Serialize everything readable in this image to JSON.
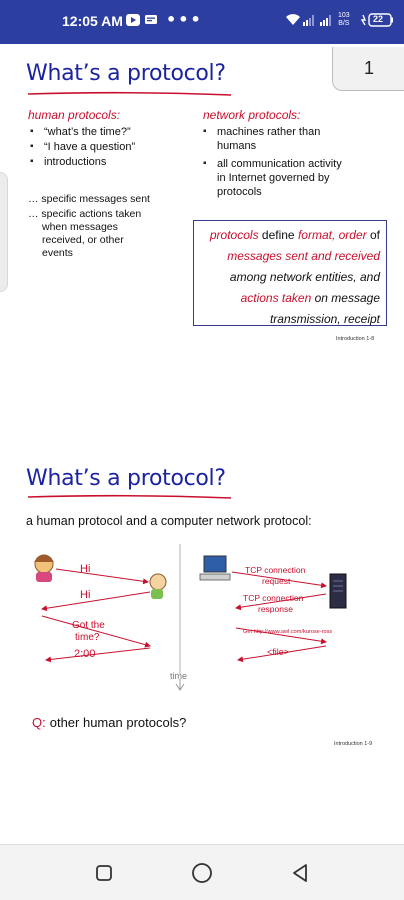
{
  "status_bar": {
    "time": "12:05 AM",
    "speed_value": "103",
    "speed_unit": "B/S",
    "battery": "22"
  },
  "page_number": "1",
  "slide1": {
    "title": "What’s a protocol?",
    "human_heading": "human protocols:",
    "human_items": [
      "“what’s the time?”",
      "“I have a question”",
      "introductions"
    ],
    "specific_messages": "… specific messages sent",
    "specific_actions": [
      "… specific actions taken",
      "when messages",
      "received, or other",
      "events"
    ],
    "network_heading": "network protocols:",
    "network_items": [
      [
        "machines rather than",
        "humans"
      ],
      [
        "all communication activity",
        "in Internet governed by",
        "protocols"
      ]
    ],
    "definition": {
      "line1_red": "protocols",
      "line1_mid": " define ",
      "line1_red2": "format, order",
      "line1_end": " of",
      "line2_red": "messages sent and received",
      "line3": "among network entities, and",
      "line4_red": "actions taken",
      "line4_end": " on message",
      "line5": "transmission, receipt"
    },
    "footnote": "Introduction 1-8"
  },
  "slide2": {
    "title": "What’s a protocol?",
    "subtitle": "a human protocol and a computer network protocol:",
    "human_msgs": [
      "Hi",
      "Hi",
      "Got the",
      "time?",
      "2:00"
    ],
    "net_msgs": [
      "TCP connection",
      "request",
      "TCP connection",
      "response",
      "Get http://www.awl.com/kurose-ross",
      "<file>"
    ],
    "time_label": "time",
    "question_q": "Q:",
    "question": "other human protocols?",
    "footnote": "Introduction 1-9"
  }
}
